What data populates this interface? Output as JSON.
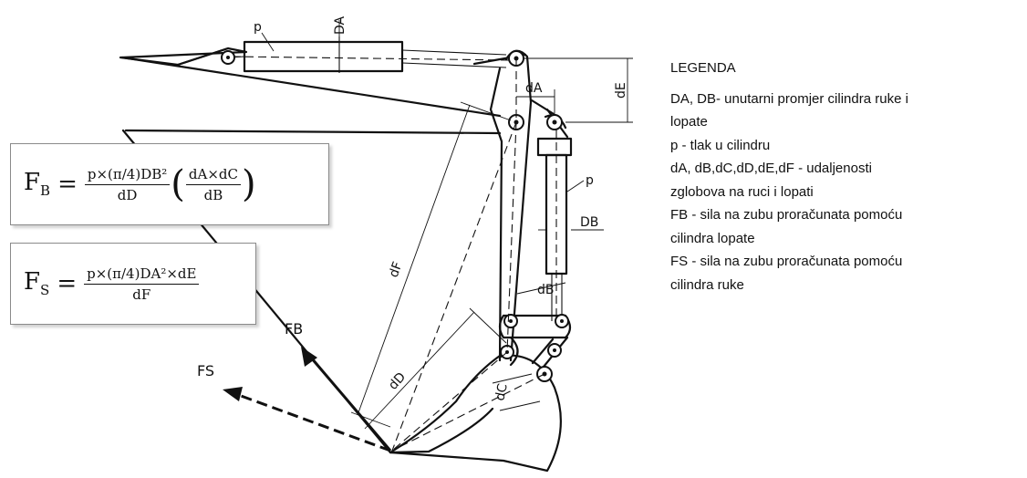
{
  "diagram_labels": {
    "p_top": "p",
    "p_right": "p",
    "DA": "DA",
    "DB": "DB",
    "dA": "dA",
    "dB": "dB",
    "dC": "dC",
    "dD": "dD",
    "dE": "dE",
    "dF": "dF",
    "FB": "FB",
    "FS": "FS"
  },
  "formulas": {
    "FB": {
      "lhs": "F",
      "lhs_sub": "B",
      "numerator": "p×(π/4)DB²",
      "denominator": "dD",
      "paren_num": "dA×dC",
      "paren_den": "dB"
    },
    "FS": {
      "lhs": "F",
      "lhs_sub": "S",
      "numerator": "p×(π/4)DA²×dE",
      "denominator": "dF"
    }
  },
  "legend": {
    "title": "LEGENDA",
    "line1": "DA, DB- unutarni promjer cilindra ruke i",
    "line2": "lopate",
    "line3": "p - tlak u cilindru",
    "line4": "dA, dB,dC,dD,dE,dF - udaljenosti",
    "line5": "zglobova na ruci i lopati",
    "line6": " FB - sila na zubu proračunata pomoću",
    "line7": "cilindra lopate",
    "line8": "FS - sila na zubu proračunata pomoću",
    "line9": "cilindra ruke"
  }
}
